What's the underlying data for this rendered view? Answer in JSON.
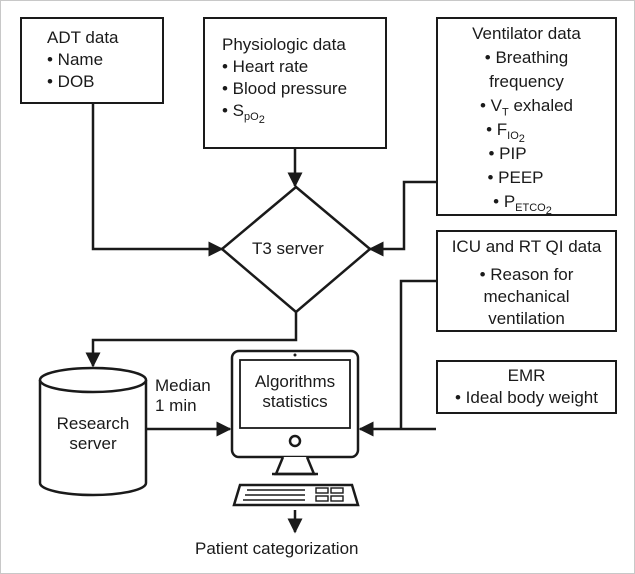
{
  "adt": {
    "title": "ADT data",
    "items": [
      "• Name",
      "• DOB"
    ]
  },
  "physio": {
    "title": "Physiologic data",
    "items": [
      "• Heart rate",
      "• Blood pressure"
    ],
    "spo2": {
      "bullet": "• S",
      "sub": "pO",
      "subsub": "2"
    }
  },
  "vent": {
    "title": "Ventilator data",
    "breathing": [
      "• Breathing",
      "frequency"
    ],
    "vt": {
      "bullet": "• V",
      "sub": "T",
      "rest": " exhaled"
    },
    "fio2": {
      "bullet": "• F",
      "sub": "IO",
      "subsub": "2"
    },
    "pip": "• PIP",
    "peep": "• PEEP",
    "petco2": {
      "bullet": "• P",
      "sub": "ETCO",
      "subsub": "2"
    }
  },
  "t3": {
    "label": "T3 server"
  },
  "icu": {
    "title": "ICU and RT QI data",
    "items": [
      "• Reason for",
      "mechanical",
      "ventilation"
    ]
  },
  "research": {
    "label": [
      "Research",
      "server"
    ]
  },
  "median": {
    "label": [
      "Median",
      "1 min"
    ]
  },
  "computer": {
    "label": [
      "Algorithms",
      "statistics"
    ]
  },
  "emr": {
    "title": "EMR",
    "items": [
      "• Ideal body weight"
    ]
  },
  "output": {
    "label": "Patient categorization"
  },
  "colors": {
    "stroke": "#1a1a1a",
    "background": "#ffffff"
  }
}
